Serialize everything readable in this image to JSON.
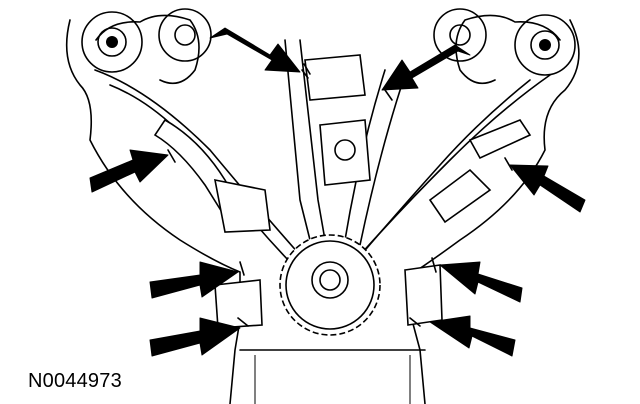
{
  "figure": {
    "reference_code": "N0044973"
  },
  "arrows": [
    {
      "name": "arrow-upper-left-guide-bolt",
      "direction": "down-right"
    },
    {
      "name": "arrow-upper-right-guide-bolt",
      "direction": "down-left"
    },
    {
      "name": "arrow-left-tensioner-bolt",
      "direction": "right"
    },
    {
      "name": "arrow-right-guide-bolt",
      "direction": "left"
    },
    {
      "name": "arrow-lower-left-bolt-1",
      "direction": "right"
    },
    {
      "name": "arrow-lower-right-bolt-1",
      "direction": "left"
    },
    {
      "name": "arrow-lower-left-bolt-2",
      "direction": "right"
    },
    {
      "name": "arrow-lower-right-bolt-2",
      "direction": "left"
    }
  ]
}
